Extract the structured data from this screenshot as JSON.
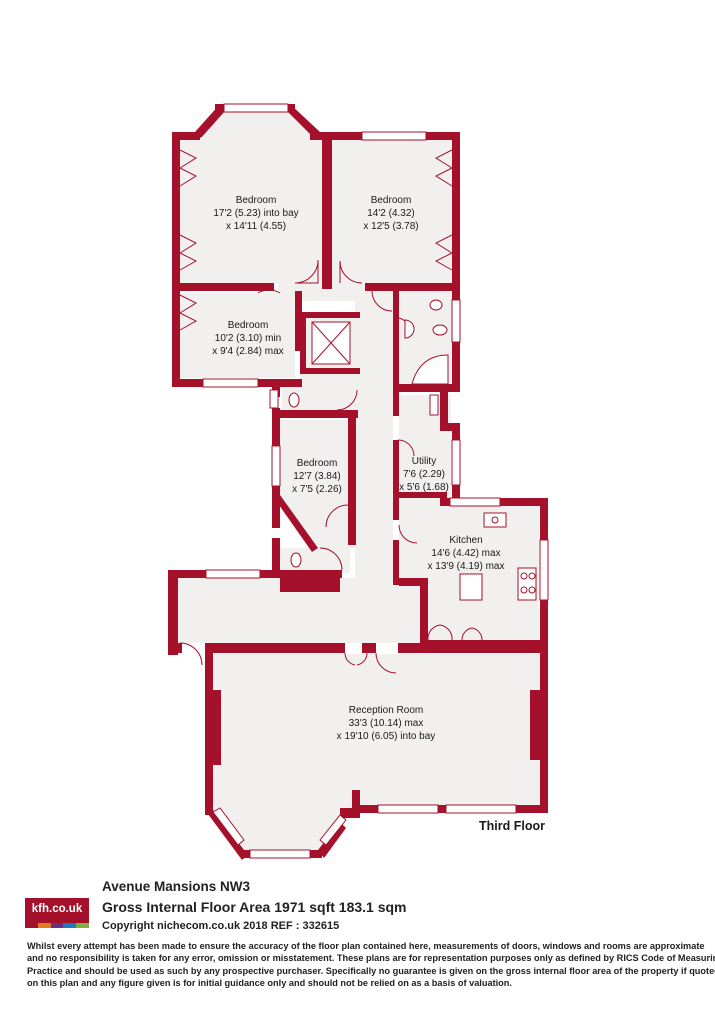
{
  "rooms": {
    "bedroom1": {
      "name": "Bedroom",
      "dim1": "17'2 (5.23) into bay",
      "dim2": "x 14'11 (4.55)"
    },
    "bedroom2": {
      "name": "Bedroom",
      "dim1": "14'2 (4.32)",
      "dim2": "x 12'5 (3.78)"
    },
    "bedroom3": {
      "name": "Bedroom",
      "dim1": "10'2 (3.10) min",
      "dim2": "x 9'4 (2.84) max"
    },
    "bedroom4": {
      "name": "Bedroom",
      "dim1": "12'7 (3.84)",
      "dim2": "x 7'5 (2.26)"
    },
    "utility": {
      "name": "Utility",
      "dim1": "7'6 (2.29)",
      "dim2": "x 5'6 (1.68)"
    },
    "kitchen": {
      "name": "Kitchen",
      "dim1": "14'6 (4.42) max",
      "dim2": "x 13'9 (4.19) max"
    },
    "reception": {
      "name": "Reception Room",
      "dim1": "33'3 (10.14) max",
      "dim2": "x 19'10 (6.05) into bay"
    }
  },
  "floor_label": "Third Floor",
  "brand": {
    "logo_text": "kfh.co.uk",
    "logo_bg": "#a5102b",
    "logo_stripes": [
      "#a5102b",
      "#e07a1f",
      "#6c2d87",
      "#1f7bbf",
      "#7fb241"
    ]
  },
  "property": {
    "title": "Avenue Mansions  NW3",
    "area": "Gross Internal Floor Area 1971 sqft 183.1 sqm",
    "copyright": "Copyright nichecom.co.uk 2018 REF : 332615"
  },
  "disclaimer": [
    "Whilst every attempt has been made to ensure the accuracy of the floor plan contained here, measurements of doors, windows and rooms are approximate",
    "and no responsibility is taken for any error, omission or misstatement.  These plans are for representation purposes only as defined by RICS Code of Measuring",
    "Practice and should be used as such by any prospective purchaser.  Specifically no guarantee is given on the gross internal floor area of the property if quoted",
    "on this plan and any figure given is for initial guidance only and should not be relied on as a basis of valuation."
  ],
  "colors": {
    "wall": "#a5102b",
    "floor": "#f1f0ef"
  }
}
